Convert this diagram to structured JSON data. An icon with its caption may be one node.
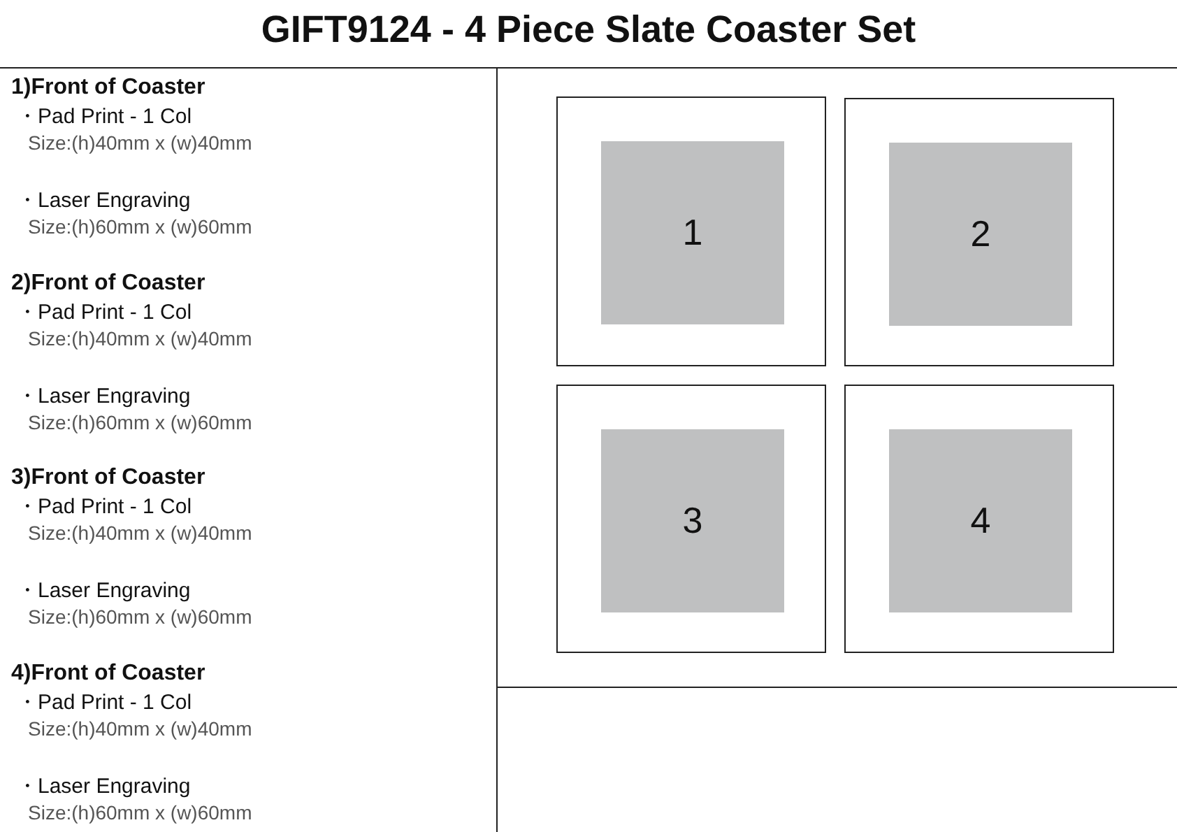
{
  "diagram": {
    "title": "GIFT9124 - 4 Piece Slate Coaster Set",
    "nodes": [
      {
        "text": [],
        "shape": "box"
      },
      {
        "text": [
          "1"
        ],
        "in": 0
      },
      {
        "text": [],
        "shape": "box"
      },
      {
        "text": [
          "2"
        ],
        "in": 2
      },
      {
        "text": [],
        "shape": "box"
      },
      {
        "text": [
          "3"
        ],
        "in": 4
      },
      {
        "text": [],
        "shape": "box"
      },
      {
        "text": [
          "4"
        ],
        "in": 6
      }
    ],
    "edges": [],
    "labels": [
      "1)Front of Coaster",
      "・Pad Print - 1 Col",
      "Size:(h)40mm x (w)40mm",
      "・Laser Engraving",
      "Size:(h)60mm x (w)60mm",
      "2)Front of Coaster",
      "・Pad Print - 1 Col",
      "Size:(h)40mm x (w)40mm",
      "・Laser Engraving",
      "Size:(h)60mm x (w)60mm",
      "3)Front of Coaster",
      "・Pad Print - 1 Col",
      "Size:(h)40mm x (w)40mm",
      "・Laser Engraving",
      "Size:(h)60mm x (w)60mm",
      "4)Front of Coaster",
      "・Pad Print - 1 Col",
      "Size:(h)40mm x (w)40mm",
      "・Laser Engraving",
      "Size:(h)60mm x (w)60mm"
    ]
  }
}
